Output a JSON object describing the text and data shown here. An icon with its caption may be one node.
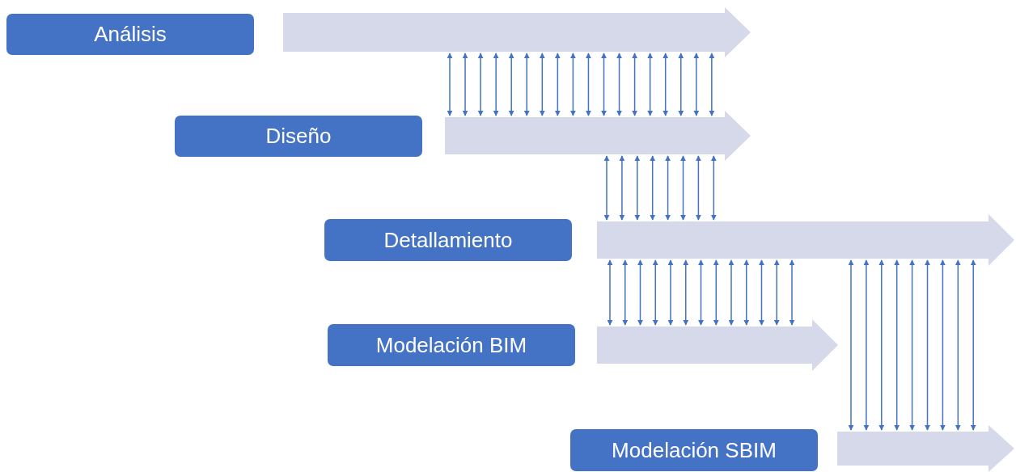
{
  "diagram": {
    "nodes": [
      {
        "text": [
          "Análisis"
        ]
      },
      {
        "text": [],
        "shape": "arrow"
      },
      {
        "text": [
          "Diseño"
        ]
      },
      {
        "text": [],
        "shape": "arrow"
      },
      {
        "text": [
          "Detallamiento"
        ]
      },
      {
        "text": [],
        "shape": "arrow"
      },
      {
        "text": [
          "Modelación BIM"
        ]
      },
      {
        "text": [],
        "shape": "arrow"
      },
      {
        "text": [
          "Modelación SBIM"
        ]
      },
      {
        "text": [],
        "shape": "arrow"
      }
    ],
    "edges": [
      {
        "from": 1,
        "to": 3,
        "arrow": "both"
      },
      {
        "from": 1,
        "to": 3,
        "arrow": "both"
      },
      {
        "from": 1,
        "to": 3,
        "arrow": "both"
      },
      {
        "from": 1,
        "to": 3,
        "arrow": "both"
      },
      {
        "from": 1,
        "to": 3,
        "arrow": "both"
      },
      {
        "from": 1,
        "to": 3,
        "arrow": "both"
      },
      {
        "from": 1,
        "to": 3,
        "arrow": "both"
      },
      {
        "from": 1,
        "to": 3,
        "arrow": "both"
      },
      {
        "from": 1,
        "to": 3,
        "arrow": "both"
      },
      {
        "from": 1,
        "to": 3,
        "arrow": "both"
      },
      {
        "from": 1,
        "to": 3,
        "arrow": "both"
      },
      {
        "from": 1,
        "to": 3,
        "arrow": "both"
      },
      {
        "from": 1,
        "to": 3,
        "arrow": "both"
      },
      {
        "from": 1,
        "to": 3,
        "arrow": "both"
      },
      {
        "from": 1,
        "to": 3,
        "arrow": "both"
      },
      {
        "from": 1,
        "to": 3,
        "arrow": "both"
      },
      {
        "from": 1,
        "to": 3,
        "arrow": "both"
      },
      {
        "from": 1,
        "to": 3,
        "arrow": "both"
      },
      {
        "from": 3,
        "to": 5,
        "arrow": "both"
      },
      {
        "from": 3,
        "to": 5,
        "arrow": "both"
      },
      {
        "from": 3,
        "to": 5,
        "arrow": "both"
      },
      {
        "from": 3,
        "to": 5,
        "arrow": "both"
      },
      {
        "from": 3,
        "to": 5,
        "arrow": "both"
      },
      {
        "from": 3,
        "to": 5,
        "arrow": "both"
      },
      {
        "from": 3,
        "to": 5,
        "arrow": "both"
      },
      {
        "from": 3,
        "to": 5,
        "arrow": "both"
      },
      {
        "from": 5,
        "to": 7,
        "arrow": "both"
      },
      {
        "from": 5,
        "to": 7,
        "arrow": "both"
      },
      {
        "from": 5,
        "to": 7,
        "arrow": "both"
      },
      {
        "from": 5,
        "to": 7,
        "arrow": "both"
      },
      {
        "from": 5,
        "to": 7,
        "arrow": "both"
      },
      {
        "from": 5,
        "to": 7,
        "arrow": "both"
      },
      {
        "from": 5,
        "to": 7,
        "arrow": "both"
      },
      {
        "from": 5,
        "to": 7,
        "arrow": "both"
      },
      {
        "from": 5,
        "to": 7,
        "arrow": "both"
      },
      {
        "from": 5,
        "to": 7,
        "arrow": "both"
      },
      {
        "from": 5,
        "to": 7,
        "arrow": "both"
      },
      {
        "from": 5,
        "to": 7,
        "arrow": "both"
      },
      {
        "from": 5,
        "to": 7,
        "arrow": "both"
      },
      {
        "from": 5,
        "to": 9,
        "arrow": "both"
      },
      {
        "from": 5,
        "to": 9,
        "arrow": "both"
      },
      {
        "from": 5,
        "to": 9,
        "arrow": "both"
      },
      {
        "from": 5,
        "to": 9,
        "arrow": "both"
      },
      {
        "from": 5,
        "to": 9,
        "arrow": "both"
      },
      {
        "from": 5,
        "to": 9,
        "arrow": "both"
      },
      {
        "from": 5,
        "to": 9,
        "arrow": "both"
      },
      {
        "from": 5,
        "to": 9,
        "arrow": "both"
      },
      {
        "from": 5,
        "to": 9,
        "arrow": "both"
      }
    ]
  }
}
